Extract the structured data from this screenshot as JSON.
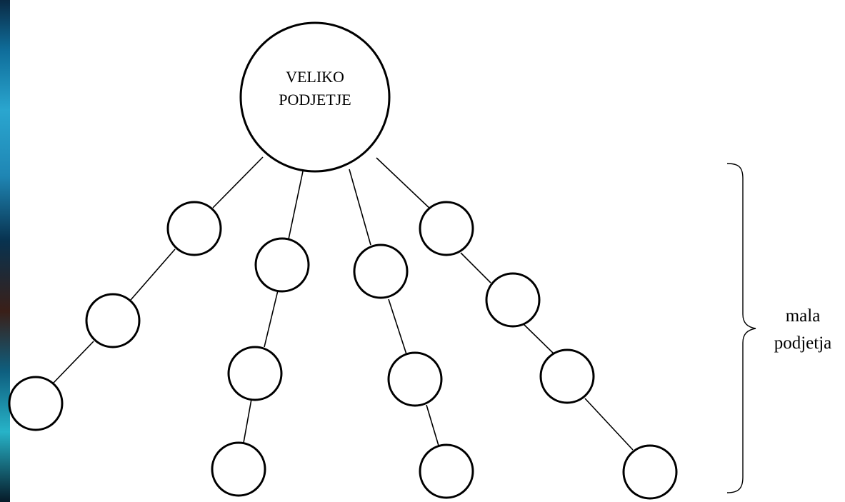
{
  "root": {
    "label_line1": "VELIKO",
    "label_line2": "PODJETJE"
  },
  "group": {
    "label_line1": "mala",
    "label_line2": "podjetja"
  },
  "colors": {
    "stroke": "#000000",
    "fill": "#ffffff",
    "background": "#ffffff"
  },
  "tree": {
    "root": "VELIKO PODJETJE",
    "branches": [
      {
        "depth": 3
      },
      {
        "depth": 3
      },
      {
        "depth": 3
      },
      {
        "depth": 4
      }
    ]
  }
}
